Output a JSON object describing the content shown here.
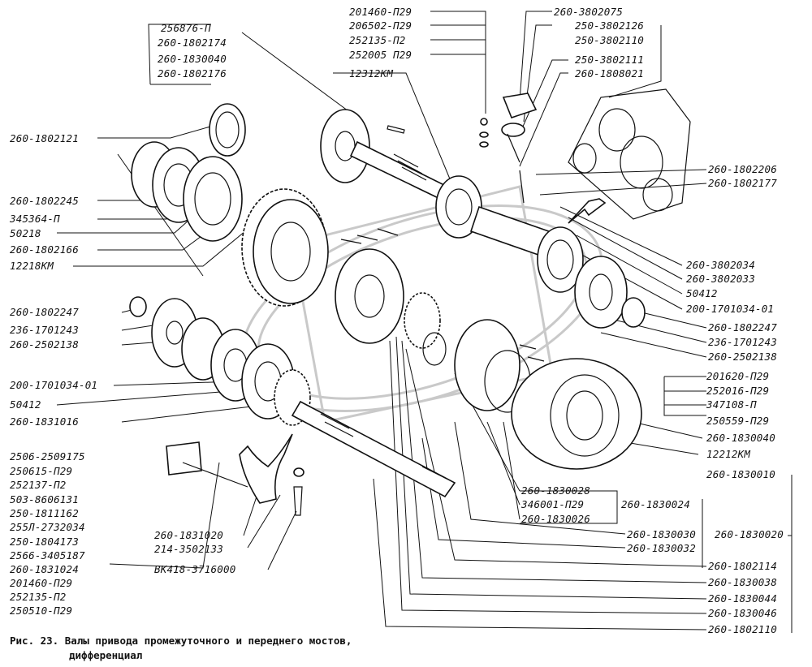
{
  "caption": {
    "line1": "Рис. 23. Валы привода промежуточного и переднего мостов,",
    "line2": "дифференциал"
  },
  "labels": {
    "l_256876": "256876-П",
    "l_1802174": "260-1802174",
    "l_1830040a": "260-1830040",
    "l_1802176": "260-1802176",
    "l_201460a": "201460-П29",
    "l_206502": "206502-П29",
    "l_252135a": "252135-П2",
    "l_252005": "252005 П29",
    "l_12312": "12312КМ",
    "l_3802075": "260-3802075",
    "l_3802126": "250-3802126",
    "l_3802110": "250-3802110",
    "l_3802111": "250-3802111",
    "l_1808021": "260-1808021",
    "l_1802121": "260-1802121",
    "l_1802245": "260-1802245",
    "l_345364": "345364-П",
    "l_50218": "50218",
    "l_1802166": "260-1802166",
    "l_12218": "12218КМ",
    "l_1802206": "260-1802206",
    "l_1802177": "260-1802177",
    "l_3802034": "260-3802034",
    "l_3802033": "260-3802033",
    "l_50412b": "50412",
    "l_1701034b": "200-1701034-01",
    "l_1802247b": "260-1802247",
    "l_1701243b": "236-1701243",
    "l_2502138b": "260-2502138",
    "l_1802247a": "260-1802247",
    "l_1701243a": "236-1701243",
    "l_2502138a": "260-2502138",
    "l_1701034a": "200-1701034-01",
    "l_50412a": "50412",
    "l_1831016": "260-1831016",
    "l_201620": "201620-П29",
    "l_252016": "252016-П29",
    "l_347108": "347108-П",
    "l_250559": "250559-П29",
    "l_1830040b": "260-1830040",
    "l_12212": "12212КМ",
    "l_1830010": "260-1830010",
    "l_2509175": "2506-2509175",
    "l_250615": "250615-П29",
    "l_252137": "252137-П2",
    "l_8606131": "503-8606131",
    "l_1811162": "250-1811162",
    "l_2732034": "255Л-2732034",
    "l_1804173": "250-1804173",
    "l_3405187": "2566-3405187",
    "l_1831024": "260-1831024",
    "l_201460b": "201460-П29",
    "l_252135b": "252135-П2",
    "l_250510": "250510-П29",
    "l_1831020": "260-1831020",
    "l_3502133": "214-3502133",
    "l_3716000": "ВК418-3716000",
    "l_1830028": "260-1830028",
    "l_346001": "346001-П29",
    "l_1830026": "260-1830026",
    "l_1830024": "260-1830024",
    "l_1830030": "260-1830030",
    "l_1830032": "260-1830032",
    "l_1830020": "260-1830020",
    "l_1802114": "260-1802114",
    "l_1830038": "260-1830038",
    "l_1830044": "260-1830044",
    "l_1830046": "260-1830046",
    "l_1802110": "260-1802110"
  }
}
